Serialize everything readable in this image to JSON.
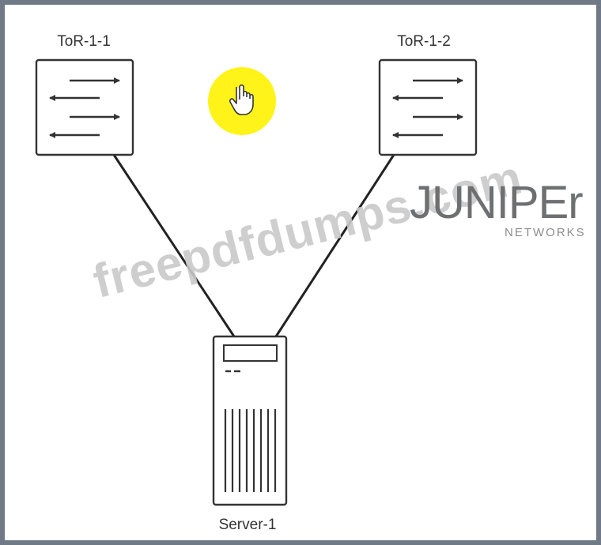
{
  "diagram": {
    "nodes": {
      "tor1": {
        "label": "ToR-1-1",
        "kind": "switch"
      },
      "tor2": {
        "label": "ToR-1-2",
        "kind": "switch"
      },
      "server": {
        "label": "Server-1",
        "kind": "server"
      }
    },
    "links": [
      {
        "from": "tor1",
        "to": "server"
      },
      {
        "from": "tor2",
        "to": "server"
      }
    ]
  },
  "watermark": {
    "text": "freepdfdumps.com"
  },
  "logo": {
    "main": "JUNIPEr",
    "sub": "NETWORKS"
  },
  "colors": {
    "frame": "#6f7a86",
    "stroke": "#333333",
    "highlight": "#fff200",
    "watermark": "#c9c9c9",
    "logo": "#6d6f71"
  },
  "icons": {
    "cursor": "hand-pointer-icon",
    "switch": "switch-arrows-icon",
    "server": "server-tower-icon"
  }
}
